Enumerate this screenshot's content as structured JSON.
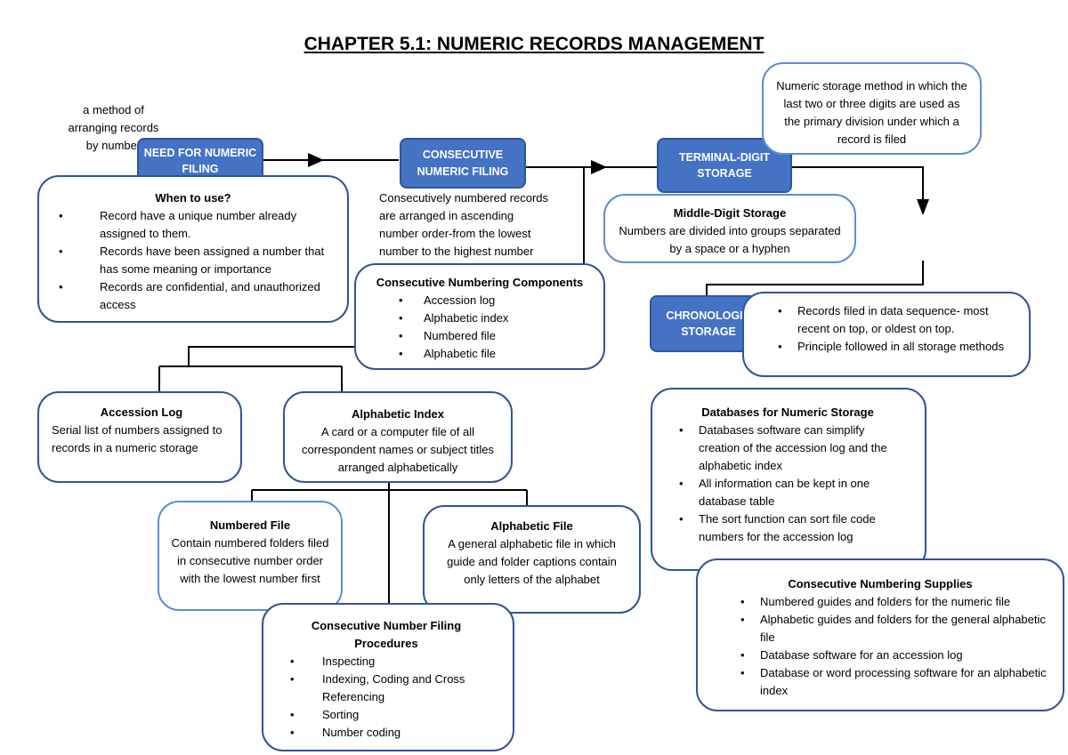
{
  "title": "CHAPTER 5.1: NUMERIC RECORDS MANAGEMENT",
  "definition_note": [
    "a method of",
    "arranging records",
    "by number"
  ],
  "nodes": {
    "need": "NEED FOR NUMERIC FILING",
    "consecutive": "CONSECUTIVE NUMERIC FILING",
    "terminal": "TERMINAL-DIGIT STORAGE",
    "chronologic": "CHRONOLOGIC STORAGE"
  },
  "when_to_use": {
    "heading": "When to use?",
    "items": [
      "Record have a unique number already assigned to them.",
      "Records have been assigned a number that has some meaning or importance",
      "Records are confidential, and unauthorized access"
    ]
  },
  "consecutive_desc": [
    "Consecutively numbered records",
    "are arranged in ascending",
    "number order-from the lowest",
    "number to the highest number"
  ],
  "terminal_desc": "Numeric storage method in which the last two or three digits are used as the primary division under which a record is filed",
  "middle_digit": {
    "heading": "Middle-Digit Storage",
    "text": "Numbers are divided into groups separated by a space or a hyphen"
  },
  "components": {
    "heading": "Consecutive Numbering Components",
    "items": [
      "Accession log",
      "Alphabetic index",
      "Numbered file",
      "Alphabetic file"
    ]
  },
  "chronologic_desc": {
    "items": [
      "Records filed in data sequence- most recent on top, or oldest on top.",
      "Principle followed in all storage methods"
    ]
  },
  "accession_log": {
    "heading": "Accession Log",
    "text": "Serial list of numbers assigned to records in a numeric storage"
  },
  "alphabetic_index": {
    "heading": "Alphabetic Index",
    "text": "A card or a computer file of all correspondent names or subject titles arranged alphabetically"
  },
  "databases": {
    "heading": "Databases for Numeric Storage",
    "items": [
      "Databases software can simplify creation of the accession log and the alphabetic index",
      "All information can be kept in one database table",
      "The sort function can sort file code numbers for the accession log"
    ]
  },
  "numbered_file": {
    "heading": "Numbered File",
    "text": "Contain numbered folders filed in consecutive number order with the lowest number first"
  },
  "alphabetic_file": {
    "heading": "Alphabetic File",
    "text": "A general alphabetic file in which guide and folder captions contain only letters of the alphabet"
  },
  "supplies": {
    "heading": "Consecutive Numbering Supplies",
    "items": [
      "Numbered guides and folders for the numeric file",
      "Alphabetic guides and folders for the general alphabetic file",
      "Database software for an accession log",
      "Database or word processing software for an alphabetic index"
    ]
  },
  "procedures": {
    "heading": "Consecutive Number Filing Procedures",
    "items": [
      "Inspecting",
      "Indexing, Coding and Cross Referencing",
      "Sorting",
      "Number coding"
    ]
  }
}
